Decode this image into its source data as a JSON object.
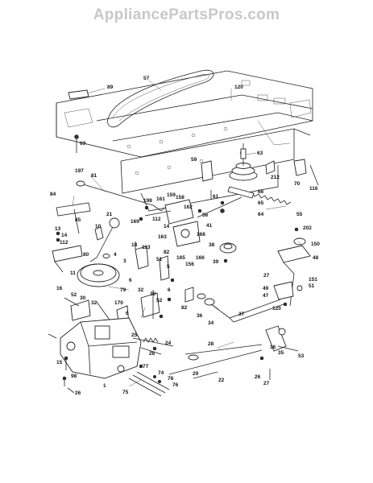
{
  "watermark": "AppliancePartsPros.com",
  "callouts": [
    {
      "id": "c89",
      "text": "89"
    },
    {
      "id": "c57",
      "text": "57"
    },
    {
      "id": "c120a",
      "text": "120"
    },
    {
      "id": "c69",
      "text": "69"
    },
    {
      "id": "c63",
      "text": "63"
    },
    {
      "id": "c197",
      "text": "197"
    },
    {
      "id": "c81",
      "text": "81"
    },
    {
      "id": "c59",
      "text": "59"
    },
    {
      "id": "c212",
      "text": "212"
    },
    {
      "id": "c70",
      "text": "70"
    },
    {
      "id": "c116",
      "text": "116"
    },
    {
      "id": "c84",
      "text": "84"
    },
    {
      "id": "c198",
      "text": "198"
    },
    {
      "id": "c161",
      "text": "161"
    },
    {
      "id": "c159",
      "text": "159"
    },
    {
      "id": "c158",
      "text": "158"
    },
    {
      "id": "c61",
      "text": "61"
    },
    {
      "id": "c66",
      "text": "66"
    },
    {
      "id": "c65",
      "text": "65"
    },
    {
      "id": "c85",
      "text": "85"
    },
    {
      "id": "c10",
      "text": "10"
    },
    {
      "id": "c21",
      "text": "21"
    },
    {
      "id": "c169",
      "text": "169"
    },
    {
      "id": "c112a",
      "text": "112"
    },
    {
      "id": "c162",
      "text": "162"
    },
    {
      "id": "c56",
      "text": "56"
    },
    {
      "id": "c41",
      "text": "41"
    },
    {
      "id": "c64",
      "text": "64"
    },
    {
      "id": "c55",
      "text": "55"
    },
    {
      "id": "c13",
      "text": "13"
    },
    {
      "id": "c14a",
      "text": "14"
    },
    {
      "id": "c112b",
      "text": "112"
    },
    {
      "id": "c14b",
      "text": "14"
    },
    {
      "id": "c163",
      "text": "163"
    },
    {
      "id": "c168",
      "text": "168"
    },
    {
      "id": "c202",
      "text": "202"
    },
    {
      "id": "c80",
      "text": "80"
    },
    {
      "id": "c18",
      "text": "18"
    },
    {
      "id": "c113",
      "text": "113"
    },
    {
      "id": "c4",
      "text": "4"
    },
    {
      "id": "c82a",
      "text": "82"
    },
    {
      "id": "c165",
      "text": "165"
    },
    {
      "id": "c166",
      "text": "166"
    },
    {
      "id": "c156",
      "text": "156"
    },
    {
      "id": "c38",
      "text": "38"
    },
    {
      "id": "c150",
      "text": "150"
    },
    {
      "id": "c11",
      "text": "11"
    },
    {
      "id": "c3",
      "text": "3"
    },
    {
      "id": "c51a",
      "text": "51"
    },
    {
      "id": "c39",
      "text": "39"
    },
    {
      "id": "c48",
      "text": "48"
    },
    {
      "id": "c27a",
      "text": "27"
    },
    {
      "id": "c6a",
      "text": "6"
    },
    {
      "id": "c5",
      "text": "5"
    },
    {
      "id": "c79",
      "text": "79"
    },
    {
      "id": "c151",
      "text": "151"
    },
    {
      "id": "c51b",
      "text": "51"
    },
    {
      "id": "c16",
      "text": "16"
    },
    {
      "id": "c52a",
      "text": "52"
    },
    {
      "id": "c30a",
      "text": "30"
    },
    {
      "id": "c32a",
      "text": "32"
    },
    {
      "id": "c170",
      "text": "170"
    },
    {
      "id": "c32b",
      "text": "32"
    },
    {
      "id": "c30b",
      "text": "30"
    },
    {
      "id": "c52b",
      "text": "52"
    },
    {
      "id": "c6b",
      "text": "6"
    },
    {
      "id": "c82b",
      "text": "82"
    },
    {
      "id": "c36a",
      "text": "36"
    },
    {
      "id": "c34",
      "text": "34"
    },
    {
      "id": "c49",
      "text": "49"
    },
    {
      "id": "c47",
      "text": "47"
    },
    {
      "id": "c120b",
      "text": "120"
    },
    {
      "id": "c37",
      "text": "37"
    },
    {
      "id": "c6c",
      "text": "6"
    },
    {
      "id": "c25",
      "text": "25"
    },
    {
      "id": "c24",
      "text": "24"
    },
    {
      "id": "c26a",
      "text": "26"
    },
    {
      "id": "c28",
      "text": "28"
    },
    {
      "id": "c36b",
      "text": "36"
    },
    {
      "id": "c35",
      "text": "35"
    },
    {
      "id": "c53",
      "text": "53"
    },
    {
      "id": "c15",
      "text": "15"
    },
    {
      "id": "c77",
      "text": "77"
    },
    {
      "id": "c74",
      "text": "74"
    },
    {
      "id": "c78",
      "text": "78"
    },
    {
      "id": "c76",
      "text": "76"
    },
    {
      "id": "c29",
      "text": "29"
    },
    {
      "id": "c22",
      "text": "22"
    },
    {
      "id": "c98",
      "text": "98"
    },
    {
      "id": "c26b",
      "text": "26"
    },
    {
      "id": "c1",
      "text": "1"
    },
    {
      "id": "c75",
      "text": "75"
    },
    {
      "id": "c26c",
      "text": "26"
    },
    {
      "id": "c27b",
      "text": "27"
    }
  ]
}
